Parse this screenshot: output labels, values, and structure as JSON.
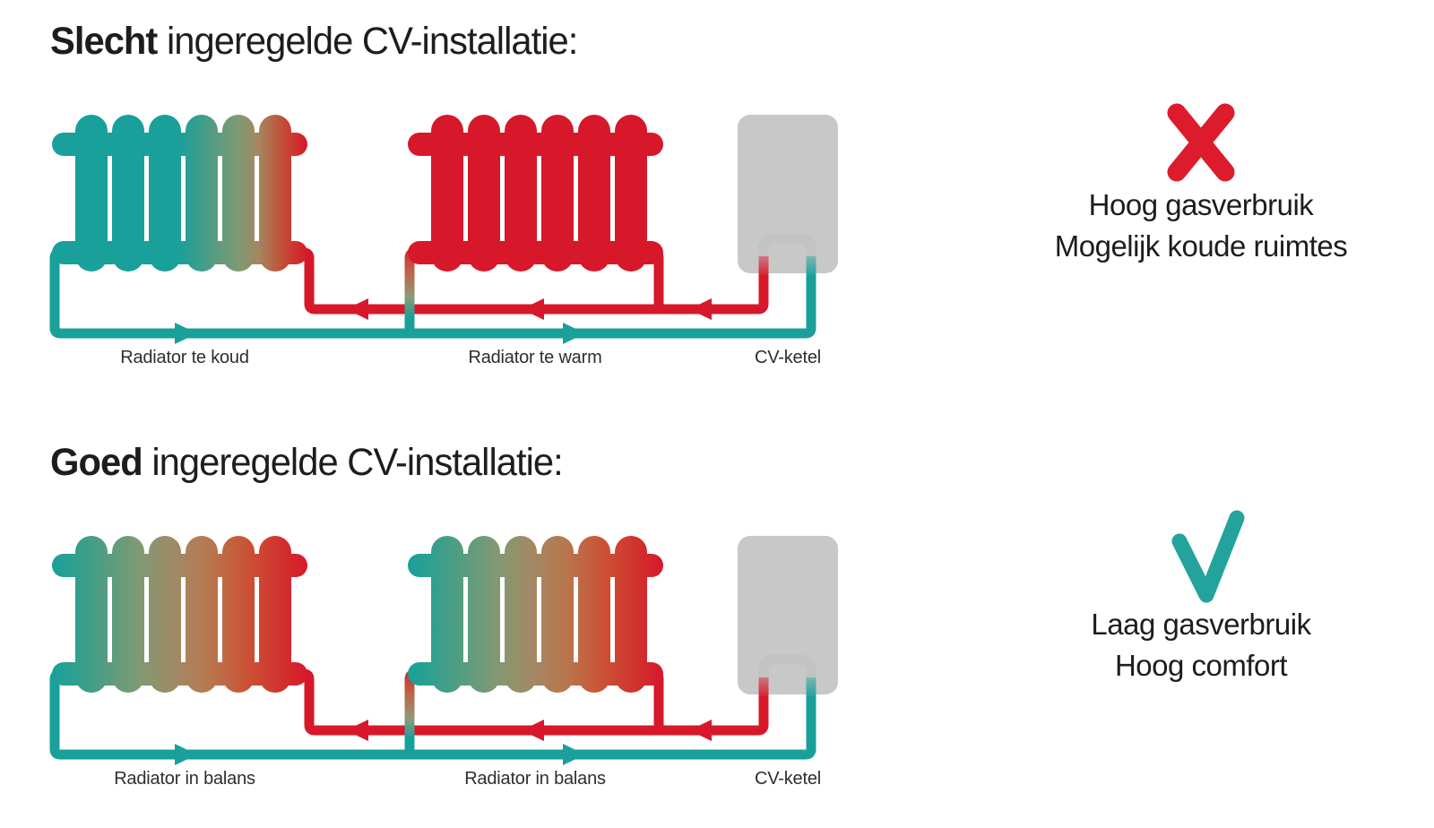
{
  "colors": {
    "teal": "#19a09a",
    "red": "#d7182a",
    "boiler-grey": "#c8c8c8",
    "icon-red": "#dc1c2c",
    "icon-teal": "#23a39b",
    "text-dark": "#1d1d1d",
    "label-grey": "#2e2e2e"
  },
  "sections": {
    "bad": {
      "title_bold": "Slecht",
      "title_rest": " ingeregelde CV-installatie:",
      "labels": {
        "radiator1": "Radiator te koud",
        "radiator2": "Radiator te warm",
        "boiler": "CV-ketel"
      },
      "verdict": {
        "icon": "cross-mark",
        "lines": [
          "Hoog gasverbruik",
          "Mogelijk koude ruimtes"
        ]
      }
    },
    "good": {
      "title_bold": "Goed",
      "title_rest": " ingeregelde CV-installatie:",
      "labels": {
        "radiator1": "Radiator in balans",
        "radiator2": "Radiator in balans",
        "boiler": "CV-ketel"
      },
      "verdict": {
        "icon": "check-mark",
        "lines": [
          "Laag gasverbruik",
          "Hoog comfort"
        ]
      }
    }
  }
}
